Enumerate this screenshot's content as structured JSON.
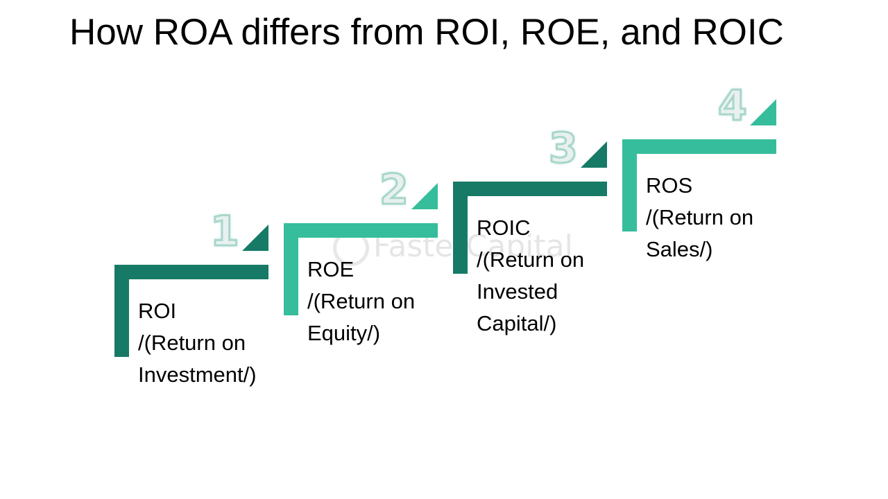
{
  "title": "How ROA differs from ROI, ROE, and ROIC",
  "watermark": "FasterCapital",
  "colors": {
    "dark_teal": "#177a66",
    "light_teal": "#36bd9b"
  },
  "steps": [
    {
      "number": "1",
      "lines": [
        "ROI",
        "/(Return on",
        "Investment/)"
      ],
      "color": "#177a66"
    },
    {
      "number": "2",
      "lines": [
        "ROE",
        "/(Return on",
        "Equity/)"
      ],
      "color": "#36bd9b"
    },
    {
      "number": "3",
      "lines": [
        "ROIC",
        "/(Return on",
        "Invested",
        "Capital/)"
      ],
      "color": "#177a66"
    },
    {
      "number": "4",
      "lines": [
        "ROS",
        "/(Return on",
        "Sales/)"
      ],
      "color": "#36bd9b"
    }
  ]
}
